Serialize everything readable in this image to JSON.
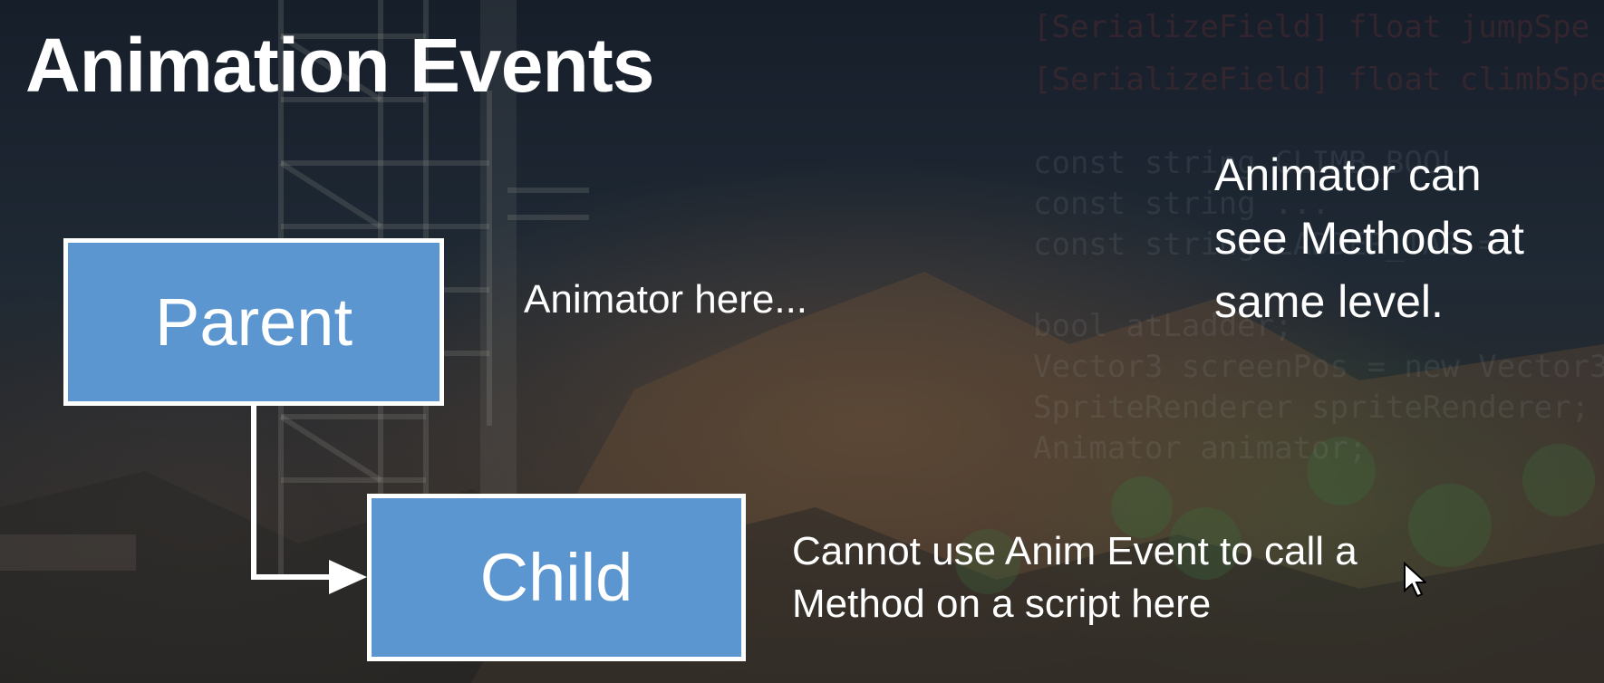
{
  "slide": {
    "title": "Animation Events",
    "parent_label": "Parent",
    "child_label": "Child",
    "parent_note": "Animator here...",
    "child_note_line1": "Cannot use Anim Event to call a",
    "child_note_line2": "Method on a script here",
    "animator_note_line1": "Animator can",
    "animator_note_line2": "see Methods at",
    "animator_note_line3": "same level."
  },
  "background_code": [
    {
      "text": "[SerializeField] float jumpSpe",
      "accent": true
    },
    {
      "text": "[SerializeField] float climbSpe",
      "accent": true
    },
    {
      "text": "const string CLIMB_BOOL",
      "accent": false
    },
    {
      "text": "const string ...",
      "accent": false
    },
    {
      "text": "const string LADDER_TAG = ",
      "accent": false
    },
    {
      "text": "bool atLadder;",
      "accent": false
    },
    {
      "text": "Vector3 screenPos = new Vector3",
      "accent": false
    },
    {
      "text": "SpriteRenderer spriteRenderer;",
      "accent": false
    },
    {
      "text": "Animator animator;",
      "accent": false
    }
  ],
  "colors": {
    "box_fill": "#5b96d0",
    "box_border": "#ffffff",
    "text": "#ffffff"
  },
  "icons": {
    "cursor": "mouse-pointer-icon",
    "arrow": "arrow-right-icon"
  }
}
